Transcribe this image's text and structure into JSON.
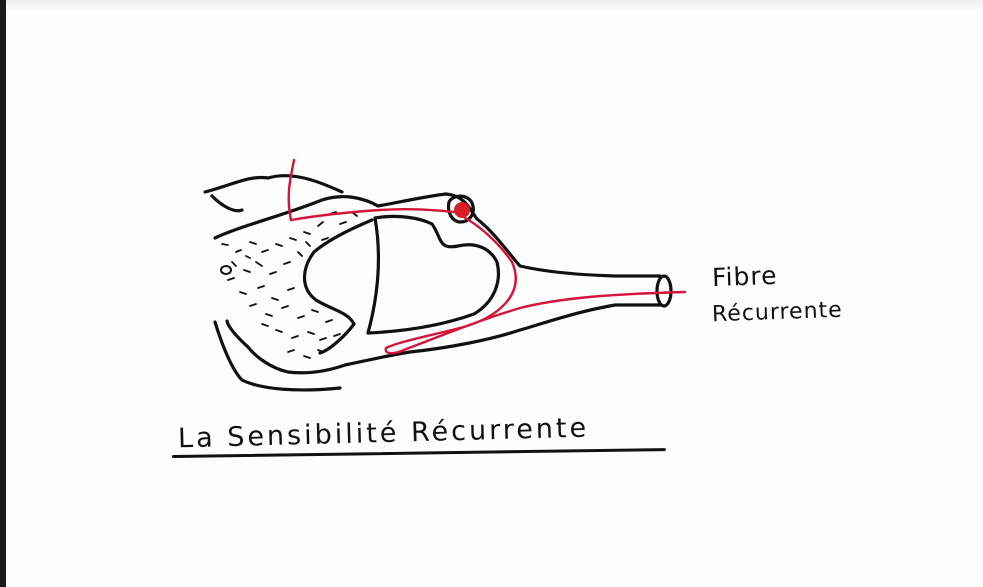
{
  "labels": {
    "fibre": "Fibre",
    "recurrente": "Récurrente",
    "title": "La Sensibilité Récurrente"
  },
  "colors": {
    "ink": "#111111",
    "fibre_red": "#d4143a",
    "ganglion_red": "#d81f26",
    "paper": "#fdfdfc"
  }
}
